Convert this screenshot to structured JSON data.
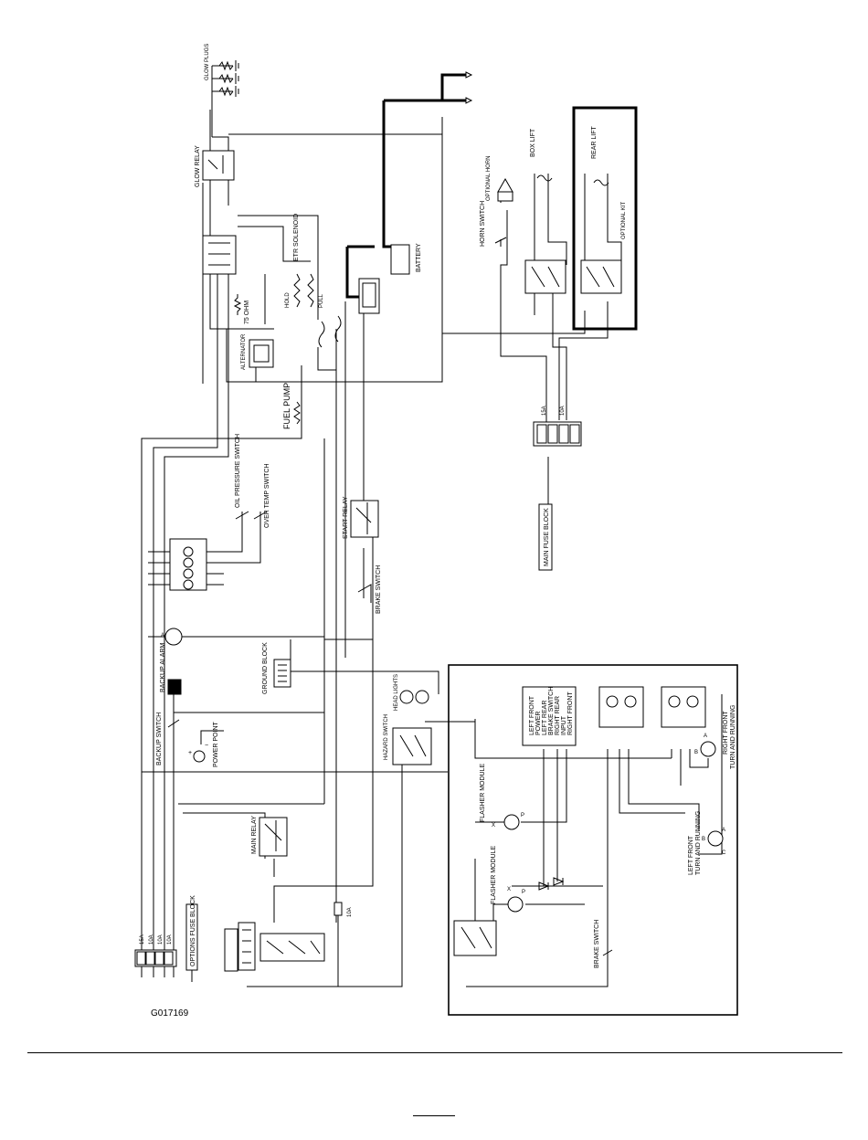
{
  "figure_code": "G017169",
  "labels": {
    "box_lift": "BOX LIFT",
    "rear_lift": "REAR LIFT",
    "optional_kit": "OPTIONAL KIT",
    "optional_horn": "OPTIONAL HORN",
    "horn_switch": "HORN SWITCH",
    "battery": "BATTERY",
    "etr_solenoid": "ETR SOLENOID",
    "hold": "HOLD",
    "pull": "PULL",
    "alternator": "ALTERNATOR",
    "glow_relay": "GLOW RELAY",
    "glow_plugs": "GLOW PLUGS",
    "ohm_75": "75 OHM",
    "fuel_pump": "FUEL PUMP",
    "oil_pressure_switch": "OIL PRESSURE SWITCH",
    "over_temp_switch": "OVER TEMP SWITCH",
    "start_relay": "START RELAY",
    "brake_switch_top": "BRAKE SWITCH",
    "main_fuse_block": "MAIN FUSE BLOCK",
    "ground_block": "GROUND BLOCK",
    "backup_alarm": "BACKUP ALARM",
    "backup_switch": "BACKUP SWITCH",
    "power_point": "POWER POINT",
    "main_relay": "MAIN RELAY",
    "options_fuse_block": "OPTIONS FUSE BLOCK",
    "head_lights": "HEAD LIGHTS",
    "hazard_switch": "HAZARD SWITCH",
    "flasher_module_1": "FLASHER MODULE",
    "flasher_module_2": "FLASHER MODULE",
    "brake_switch_bottom": "BRAKE SWITCH",
    "left_front_1": "LEFT FRONT",
    "left_front_2": "TURN AND RUNNING",
    "right_front_1": "RIGHT FRONT",
    "right_front_2": "TURN AND RUNNING",
    "turn_signal_list": [
      "LEFT FRONT",
      "POWER",
      "LEFT REAR",
      "BRAKE SWITCH",
      "RIGHT REAR",
      "INPUT",
      "RIGHT FRONT"
    ],
    "fuse_15a": "15A",
    "fuse_10a": "10A",
    "amp_labels": [
      "15A",
      "10A",
      "10A",
      "10A"
    ],
    "pin_a": "A",
    "pin_b": "B",
    "pin_c": "C",
    "pin_x": "X",
    "pin_p": "P",
    "plus": "+",
    "minus": "−"
  }
}
